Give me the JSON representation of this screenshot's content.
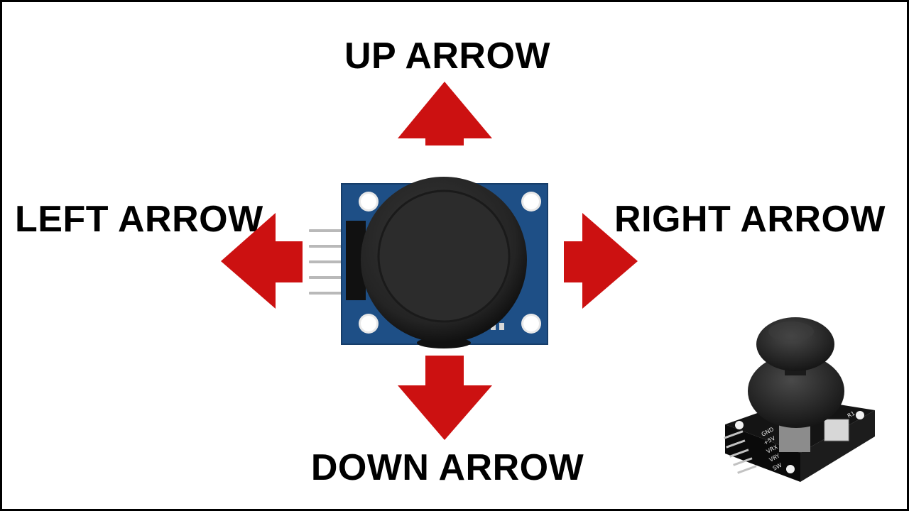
{
  "labels": {
    "up": "UP ARROW",
    "down": "DOWN ARROW",
    "left": "LEFT ARROW",
    "right": "RIGHT ARROW"
  },
  "module_pin_labels": [
    "GND",
    "+5V",
    "VRX",
    "VRY",
    "SW"
  ],
  "module_resistor_label": "R1",
  "colors": {
    "arrow": "#cc1111",
    "pcb": "#1e4f86",
    "knob": "#242424",
    "text": "#000000",
    "border": "#000000"
  },
  "icons": {
    "up": "arrow-up-icon",
    "down": "arrow-down-icon",
    "left": "arrow-left-icon",
    "right": "arrow-right-icon"
  }
}
